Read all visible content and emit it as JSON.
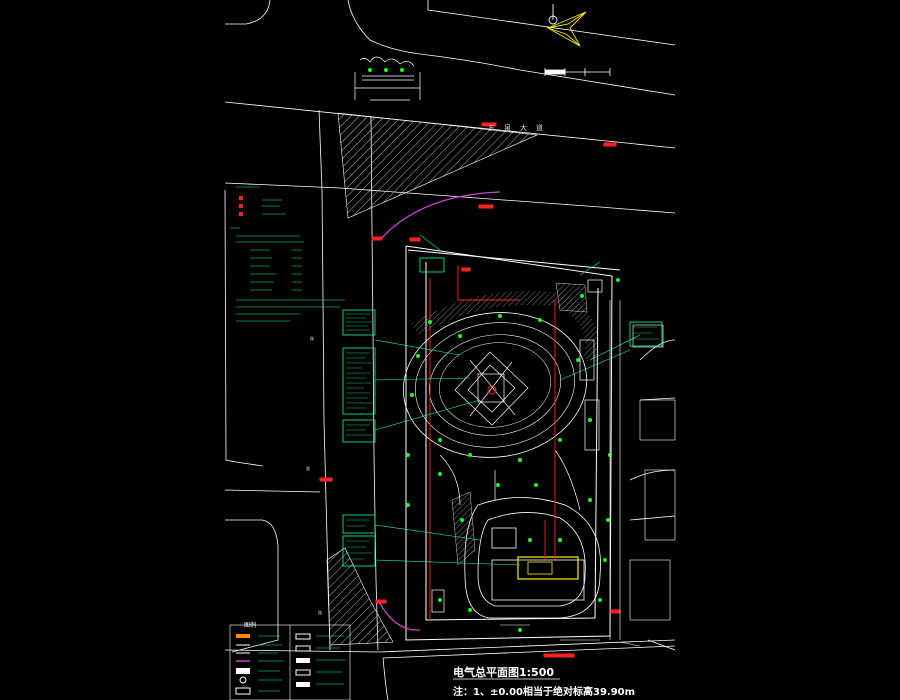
{
  "drawing": {
    "title": "电气总平面图1:500",
    "note": "注：1、±0.00相当于绝对标高39.90m",
    "road_name": "五泉大道",
    "legend_title": "图例"
  },
  "colors": {
    "background": "#000000",
    "linework": "#ffffff",
    "annotation": "#00ff99",
    "marker": "#ff2020",
    "arc": "#cc44cc",
    "hatch": "#bbbbbb",
    "highlight": "#ffee00",
    "green_points": "#22ff22"
  },
  "icons": {
    "north_arrow": "north-arrow-icon",
    "scale_bar": "scale-bar-icon"
  }
}
